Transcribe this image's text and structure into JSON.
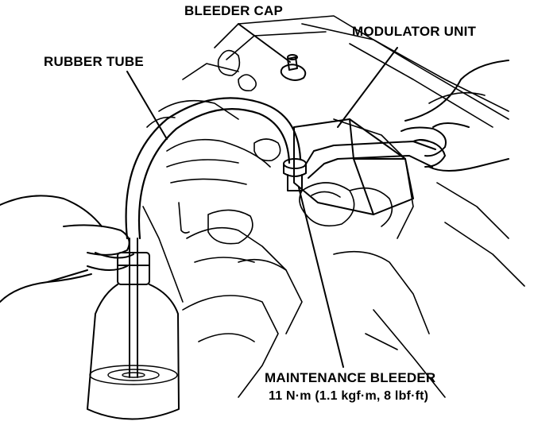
{
  "colors": {
    "ink": "#000000",
    "paper": "#ffffff"
  },
  "labels": {
    "bleeder_cap": "BLEEDER CAP",
    "modulator_unit": "MODULATOR UNIT",
    "rubber_tube": "RUBBER TUBE",
    "maintenance_bleeder": "MAINTENANCE BLEEDER",
    "torque_spec": "11 N·m (1.1 kgf·m, 8 lbf·ft)"
  }
}
